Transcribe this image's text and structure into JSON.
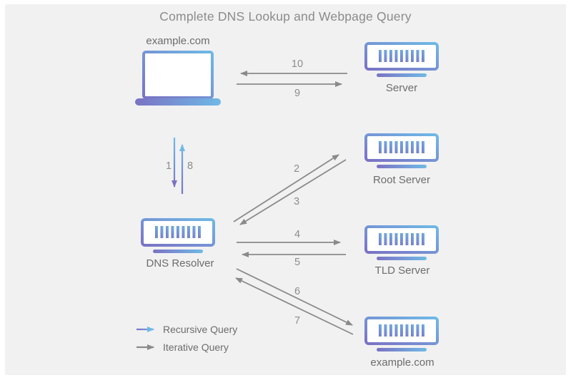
{
  "title": "Complete DNS Lookup and Webpage Query",
  "nodes": {
    "client": {
      "label": "example.com"
    },
    "web_server": {
      "label": "Server"
    },
    "resolver": {
      "label": "DNS Resolver"
    },
    "root_server": {
      "label": "Root Server"
    },
    "tld_server": {
      "label": "TLD Server"
    },
    "authoritative_server": {
      "label": "example.com"
    }
  },
  "steps": [
    {
      "label": "1",
      "from": "client",
      "to": "resolver",
      "type": "recursive"
    },
    {
      "label": "2",
      "from": "resolver",
      "to": "root_server",
      "type": "iterative"
    },
    {
      "label": "3",
      "from": "root_server",
      "to": "resolver",
      "type": "iterative"
    },
    {
      "label": "4",
      "from": "resolver",
      "to": "tld_server",
      "type": "iterative"
    },
    {
      "label": "5",
      "from": "tld_server",
      "to": "resolver",
      "type": "iterative"
    },
    {
      "label": "6",
      "from": "resolver",
      "to": "authoritative_server",
      "type": "iterative"
    },
    {
      "label": "7",
      "from": "authoritative_server",
      "to": "resolver",
      "type": "iterative"
    },
    {
      "label": "8",
      "from": "resolver",
      "to": "client",
      "type": "recursive"
    },
    {
      "label": "9",
      "from": "client",
      "to": "web_server",
      "type": "iterative"
    },
    {
      "label": "10",
      "from": "web_server",
      "to": "client",
      "type": "iterative"
    }
  ],
  "legend": [
    {
      "label": "Recursive Query",
      "style": "gradient-blue-purple"
    },
    {
      "label": "Iterative Query",
      "style": "gray"
    }
  ],
  "colors": {
    "blue": "#6fb9e6",
    "purple": "#7b72c4",
    "arrow_gray": "#8a8a8a",
    "text_gray": "#6c6c6c",
    "background": "#f1f1f2"
  }
}
